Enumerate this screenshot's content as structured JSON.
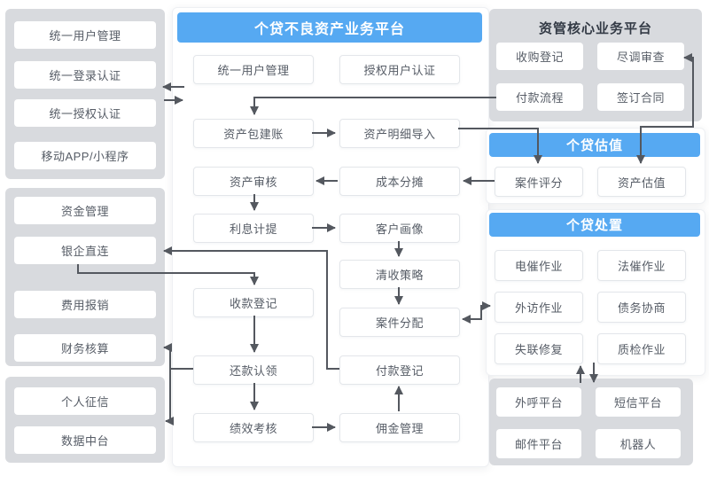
{
  "app": {
    "title": "个贷不良资产业务平台"
  },
  "colors": {
    "accent_blue": "#56a9f2",
    "panel_gray": "#d8dade",
    "arrow": "#54585f",
    "node_text": "#565c66"
  },
  "left_column": {
    "identity_panel": {
      "items": [
        "统一用户管理",
        "统一登录认证",
        "统一授权认证",
        "移动APP/小程序"
      ]
    },
    "finance_panel": {
      "items": [
        "资金管理",
        "银企直连",
        "费用报销",
        "财务核算"
      ]
    },
    "data_panel": {
      "items": [
        "个人征信",
        "数据中台"
      ]
    }
  },
  "center": {
    "title": "个贷不良资产业务平台",
    "nodes": {
      "user_mgmt": "统一用户管理",
      "auth_user": "授权用户认证",
      "asset_pkg": "资产包建账",
      "asset_import": "资产明细导入",
      "asset_review": "资产审核",
      "cost_share": "成本分摊",
      "interest": "利息计提",
      "customer_profile": "客户画像",
      "collection_strategy": "清收策略",
      "receipt_reg": "收款登记",
      "case_assign": "案件分配",
      "repay_claim": "还款认领",
      "payment_reg": "付款登记",
      "performance": "绩效考核",
      "commission": "佣金管理"
    }
  },
  "right_column": {
    "core_platform": {
      "title": "资管核心业务平台",
      "items": [
        "收购登记",
        "尽调审查",
        "付款流程",
        "签订合同"
      ]
    },
    "valuation": {
      "title": "个贷估值",
      "items": [
        "案件评分",
        "资产估值"
      ]
    },
    "disposal": {
      "title": "个贷处置",
      "items": [
        "电催作业",
        "法催作业",
        "外访作业",
        "债务协商",
        "失联修复",
        "质检作业"
      ]
    },
    "channels": {
      "items": [
        "外呼平台",
        "短信平台",
        "邮件平台",
        "机器人"
      ]
    }
  }
}
